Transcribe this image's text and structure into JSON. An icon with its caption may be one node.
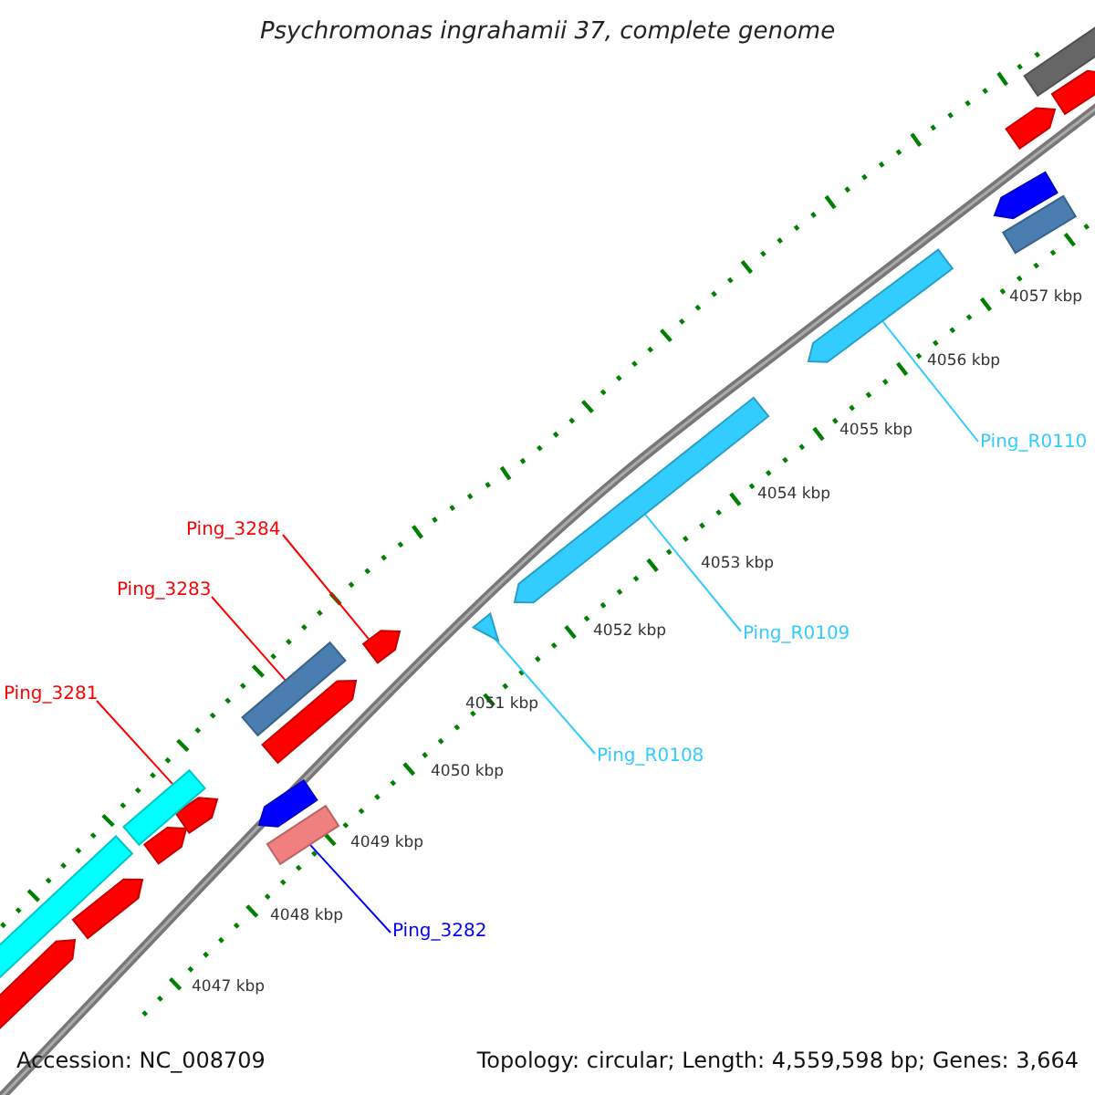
{
  "diagram": {
    "title": "Psychromonas ingrahamii 37, complete genome",
    "nodes": [
      {
        "text": [
          "Ping_3284"
        ]
      },
      {
        "text": [
          "Ping_3283"
        ]
      },
      {
        "text": [
          "Ping_3281"
        ]
      },
      {
        "text": [
          "Ping_3282"
        ]
      },
      {
        "text": [
          "Ping_R0108"
        ]
      },
      {
        "text": [
          "Ping_R0109"
        ]
      },
      {
        "text": [
          "Ping_R0110"
        ]
      },
      {
        "text": [],
        "shape": "bar"
      },
      {
        "text": [],
        "shape": "bar"
      },
      {
        "text": [],
        "shape": "bar"
      },
      {
        "text": [],
        "shape": "arrow"
      },
      {
        "text": [],
        "shape": "triangle"
      },
      {
        "text": [],
        "shape": "arrow"
      },
      {
        "text": [],
        "shape": "arrow"
      }
    ],
    "edges": [
      {
        "from": 0,
        "to": 10,
        "arrow": "none",
        "color": "#ff0000"
      },
      {
        "from": 1,
        "to": 8,
        "arrow": "none",
        "color": "#ff0000"
      },
      {
        "from": 2,
        "to": 7,
        "arrow": "none",
        "color": "#ff0000"
      },
      {
        "from": 3,
        "to": 9,
        "arrow": "none",
        "color": "#0000ff"
      },
      {
        "from": 4,
        "to": 11,
        "arrow": "none",
        "color": "#33ccff"
      },
      {
        "from": 5,
        "to": 12,
        "arrow": "none",
        "color": "#33ccff"
      },
      {
        "from": 6,
        "to": 13,
        "arrow": "none",
        "color": "#33ccff"
      }
    ],
    "labels": [
      "4057 kbp",
      "4056 kbp",
      "4055 kbp",
      "4054 kbp",
      "4053 kbp",
      "4052 kbp",
      "4051 kbp",
      "4050 kbp",
      "4049 kbp",
      "4048 kbp",
      "4047 kbp",
      "Accession: NC_008709",
      "Topology: circular; Length: 4,559,598 bp; Genes: 3,664"
    ]
  }
}
